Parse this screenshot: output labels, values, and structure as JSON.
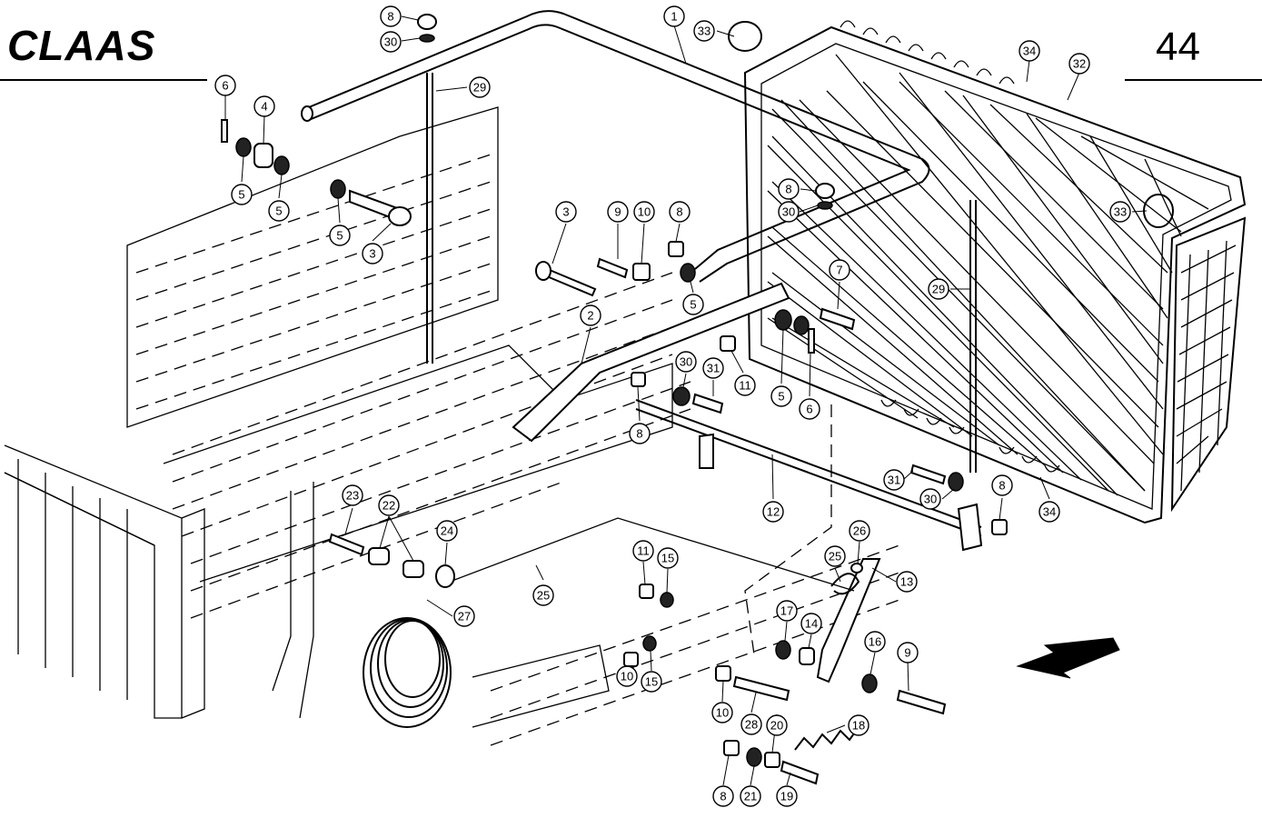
{
  "header": {
    "brand": "CLAAS",
    "page_number": "44"
  },
  "callouts": [
    {
      "id": "c1",
      "label": "1"
    },
    {
      "id": "c33a",
      "label": "33"
    },
    {
      "id": "c8a",
      "label": "8"
    },
    {
      "id": "c30a",
      "label": "30"
    },
    {
      "id": "c34a",
      "label": "34"
    },
    {
      "id": "c32",
      "label": "32"
    },
    {
      "id": "c6a",
      "label": "6"
    },
    {
      "id": "c4",
      "label": "4"
    },
    {
      "id": "c29a",
      "label": "29"
    },
    {
      "id": "c5a",
      "label": "5"
    },
    {
      "id": "c5b",
      "label": "5"
    },
    {
      "id": "c5c",
      "label": "5"
    },
    {
      "id": "c3a",
      "label": "3"
    },
    {
      "id": "c8b",
      "label": "8"
    },
    {
      "id": "c30b",
      "label": "30"
    },
    {
      "id": "c33b",
      "label": "33"
    },
    {
      "id": "c3b",
      "label": "3"
    },
    {
      "id": "c9a",
      "label": "9"
    },
    {
      "id": "c10a",
      "label": "10"
    },
    {
      "id": "c8c",
      "label": "8"
    },
    {
      "id": "c5d",
      "label": "5"
    },
    {
      "id": "c7",
      "label": "7"
    },
    {
      "id": "c29b",
      "label": "29"
    },
    {
      "id": "c2",
      "label": "2"
    },
    {
      "id": "c30c",
      "label": "30"
    },
    {
      "id": "c31a",
      "label": "31"
    },
    {
      "id": "c11a",
      "label": "11"
    },
    {
      "id": "c5e",
      "label": "5"
    },
    {
      "id": "c6b",
      "label": "6"
    },
    {
      "id": "c8d",
      "label": "8"
    },
    {
      "id": "c12",
      "label": "12"
    },
    {
      "id": "c31b",
      "label": "31"
    },
    {
      "id": "c30d",
      "label": "30"
    },
    {
      "id": "c8e",
      "label": "8"
    },
    {
      "id": "c34b",
      "label": "34"
    },
    {
      "id": "c23",
      "label": "23"
    },
    {
      "id": "c22",
      "label": "22"
    },
    {
      "id": "c24",
      "label": "24"
    },
    {
      "id": "c26",
      "label": "26"
    },
    {
      "id": "c25a",
      "label": "25"
    },
    {
      "id": "c25b",
      "label": "25"
    },
    {
      "id": "c13",
      "label": "13"
    },
    {
      "id": "c27",
      "label": "27"
    },
    {
      "id": "c11b",
      "label": "11"
    },
    {
      "id": "c15a",
      "label": "15"
    },
    {
      "id": "c17",
      "label": "17"
    },
    {
      "id": "c14",
      "label": "14"
    },
    {
      "id": "c16",
      "label": "16"
    },
    {
      "id": "c9b",
      "label": "9"
    },
    {
      "id": "c10b",
      "label": "10"
    },
    {
      "id": "c15b",
      "label": "15"
    },
    {
      "id": "c10c",
      "label": "10"
    },
    {
      "id": "c28",
      "label": "28"
    },
    {
      "id": "c20",
      "label": "20"
    },
    {
      "id": "c18",
      "label": "18"
    },
    {
      "id": "c8f",
      "label": "8"
    },
    {
      "id": "c21",
      "label": "21"
    },
    {
      "id": "c19",
      "label": "19"
    }
  ]
}
